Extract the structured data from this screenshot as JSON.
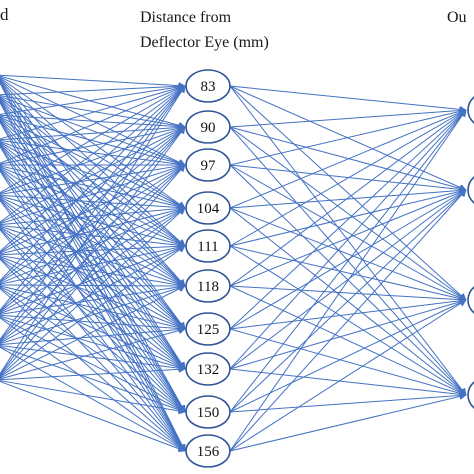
{
  "labels": {
    "left_fragment": "d",
    "middle_title_line1": "Distance from",
    "middle_title_line2": "Deflector Eye (mm)",
    "right_fragment": "Ou"
  },
  "hidden_nodes": [
    "83",
    "90",
    "97",
    "104",
    "111",
    "118",
    "125",
    "132",
    "150",
    "156"
  ],
  "colors": {
    "edge": "#4472c4",
    "node_stroke": "#2f5597",
    "node_fill": "#ffffff",
    "text": "#1a1a1a"
  }
}
